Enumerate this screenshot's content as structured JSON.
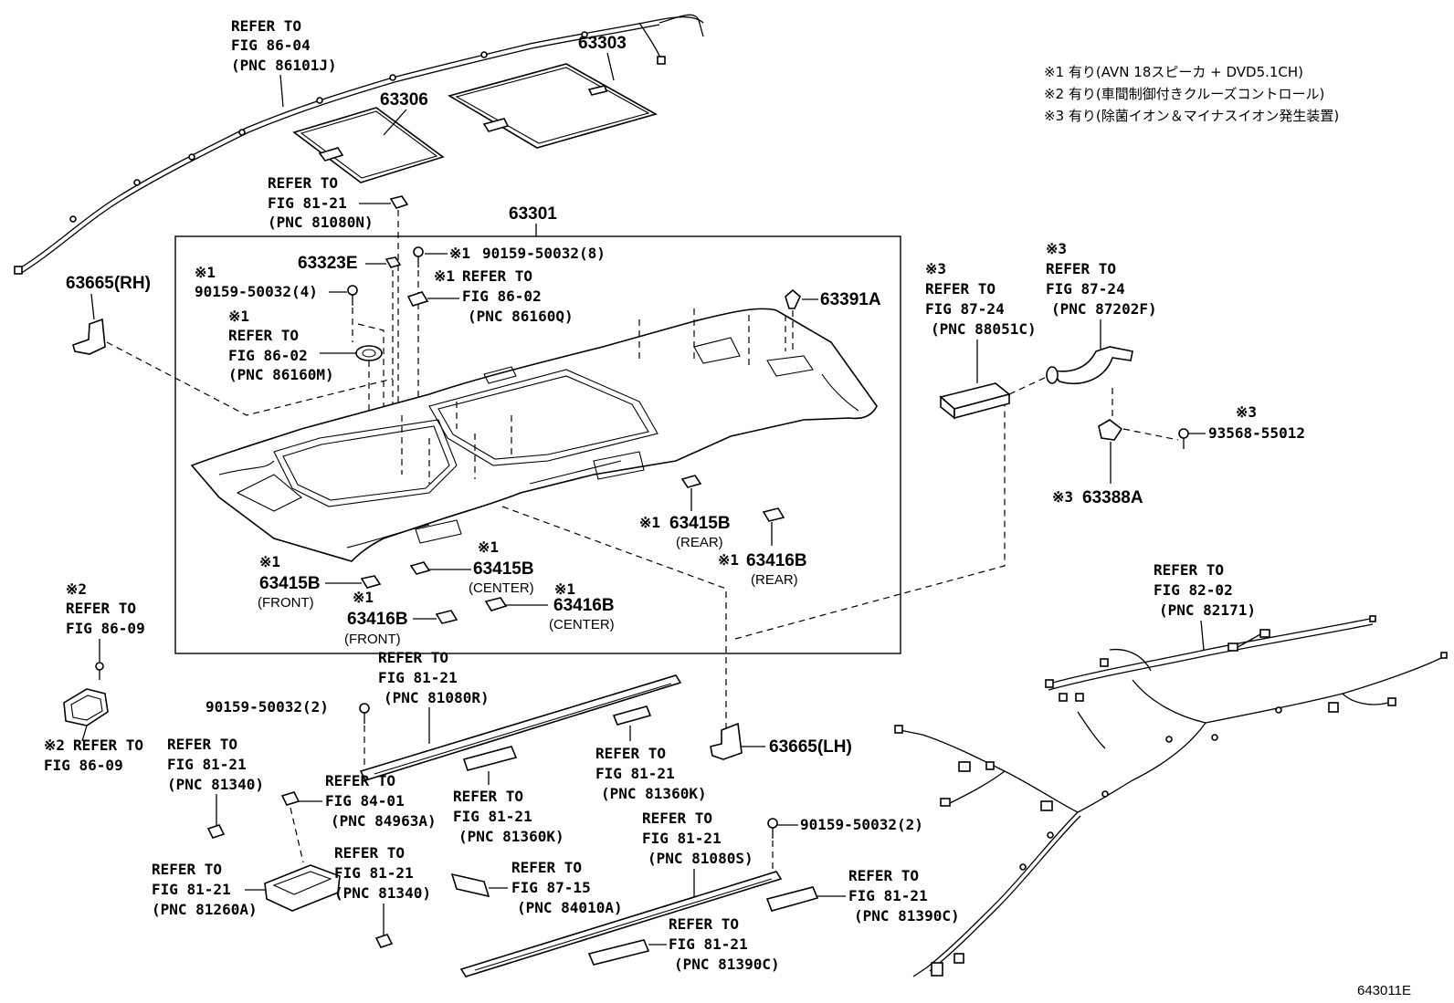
{
  "diagram_id": "643011E",
  "notes": [
    "※1 有り(AVN 18スピーカ + DVD5.1CH)",
    "※2 有り(車間制御付きクルーズコントロール)",
    "※3 有り(除菌イオン＆マイナスイオン発生装置)"
  ],
  "frame_label": "63301",
  "parts": {
    "p63303": "63303",
    "p63306": "63306",
    "p63665rh": "63665(RH)",
    "p63665lh": "63665(LH)",
    "p63323e": "63323E",
    "p63391a": "63391A",
    "p63388a": "63388A",
    "p63415b_front": "63415B",
    "p63415b_center": "63415B",
    "p63415b_rear": "63415B",
    "p63416b_front": "63416B",
    "p63416b_center": "63416B",
    "p63416b_rear": "63416B"
  },
  "qualifiers": {
    "front": "(FRONT)",
    "center": "(CENTER)",
    "rear": "(REAR)"
  },
  "marks": {
    "m1": "※1",
    "m2": "※2",
    "m3": "※3"
  },
  "bolts": {
    "b8": "90159-50032(8)",
    "b4": "90159-50032(4)",
    "b2a": "90159-50032(2)",
    "b2b": "90159-50032(2)",
    "screw": "93568-55012"
  },
  "refs": {
    "refer_to": "REFER TO",
    "fig86_04": "FIG 86-04",
    "pnc86101j": "(PNC 86101J)",
    "fig81_21": "FIG 81-21",
    "pnc81080n": "(PNC 81080N)",
    "fig86_02": "FIG 86-02",
    "pnc86160q": "(PNC 86160Q)",
    "pnc86160m": "(PNC 86160M)",
    "fig87_24": "FIG 87-24",
    "pnc88051c": "(PNC 88051C)",
    "pnc87202f": "(PNC 87202F)",
    "fig86_09": "FIG 86-09",
    "pnc81080r": "(PNC 81080R)",
    "pnc81340": "(PNC 81340)",
    "fig84_01": "FIG 84-01",
    "pnc84963a": "(PNC 84963A)",
    "pnc81360k": "(PNC 81360K)",
    "pnc81260a": "(PNC 81260A)",
    "fig87_15": "FIG 87-15",
    "pnc84010a": "(PNC 84010A)",
    "pnc81080s": "(PNC 81080S)",
    "pnc81390c": "(PNC 81390C)",
    "fig82_02": "FIG 82-02",
    "pnc82171": "(PNC 82171)"
  }
}
